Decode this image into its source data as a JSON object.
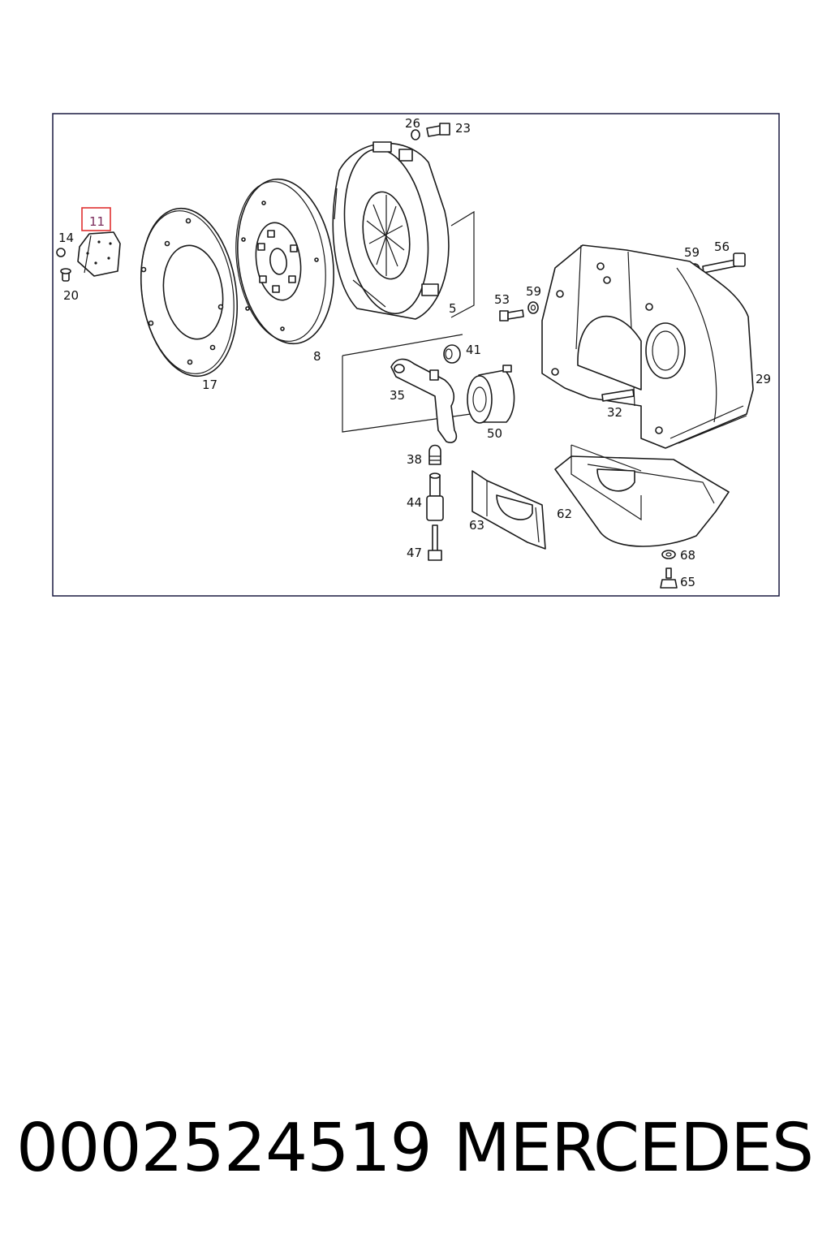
{
  "diagram": {
    "highlight_color": "#e03030",
    "border_color": "#1a1a40",
    "highlighted_callout": "11",
    "callouts": {
      "c11": "11",
      "c14": "14",
      "c20": "20",
      "c17": "17",
      "c8": "8",
      "c26": "26",
      "c23": "23",
      "c5": "5",
      "c41": "41",
      "c35": "35",
      "c50": "50",
      "c53": "53",
      "c59a": "59",
      "c59b": "59",
      "c56": "56",
      "c29": "29",
      "c32": "32",
      "c38": "38",
      "c44": "44",
      "c47": "47",
      "c63": "63",
      "c62": "62",
      "c68": "68",
      "c65": "65"
    }
  },
  "footer": {
    "part_number": "0002524519",
    "brand": "MERCEDES"
  }
}
